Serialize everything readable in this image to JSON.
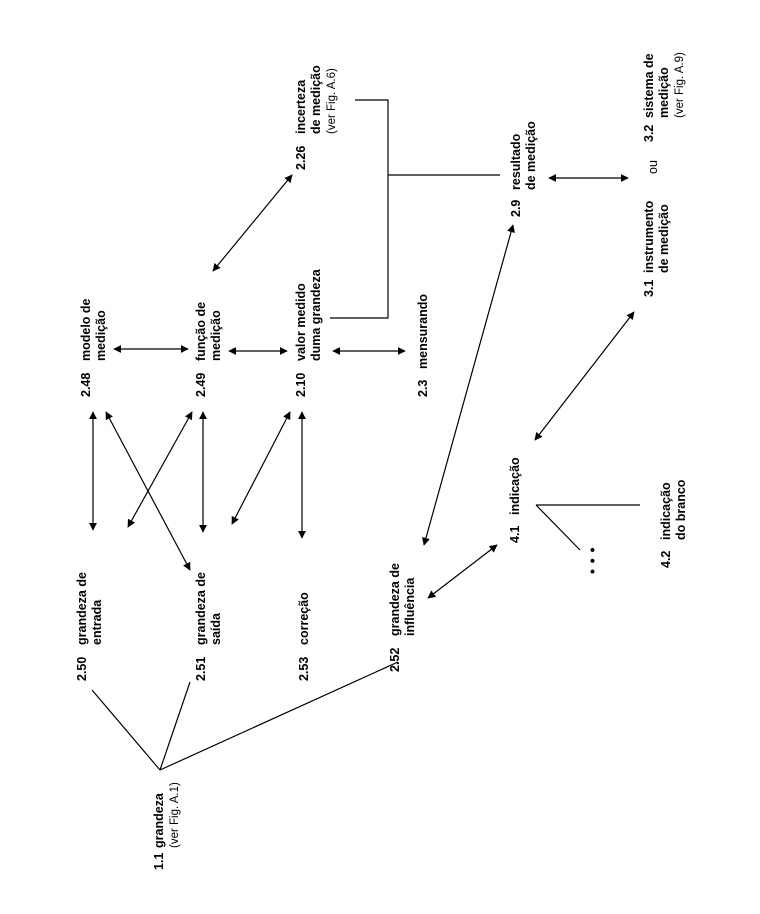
{
  "concepts": {
    "c1_1": {
      "num": "1.1",
      "lines": [
        "grandeza"
      ],
      "note": "(ver Fig. A.1)"
    },
    "c2_50": {
      "num": "2.50",
      "lines": [
        "grandeza de",
        "entrada"
      ]
    },
    "c2_51": {
      "num": "2.51",
      "lines": [
        "grandeza de",
        "saída"
      ]
    },
    "c2_53": {
      "num": "2.53",
      "lines": [
        "correção"
      ]
    },
    "c2_52": {
      "num": "2.52",
      "lines": [
        "grandeza de",
        "influência"
      ]
    },
    "c2_48": {
      "num": "2.48",
      "lines": [
        "modelo de",
        "medição"
      ]
    },
    "c2_49": {
      "num": "2.49",
      "lines": [
        "função de",
        "medição"
      ]
    },
    "c2_10": {
      "num": "2.10",
      "lines": [
        "valor medido",
        "duma grandeza"
      ]
    },
    "c2_3": {
      "num": "2.3",
      "lines": [
        "mensurando"
      ]
    },
    "c2_26": {
      "num": "2.26",
      "lines": [
        "incerteza",
        "de medição"
      ],
      "note": "(ver Fig. A.6)"
    },
    "c2_9": {
      "num": "2.9",
      "lines": [
        "resultado",
        "de medição"
      ]
    },
    "c3_1": {
      "num": "3.1",
      "lines": [
        "instrumento",
        "de medição"
      ]
    },
    "c3_2": {
      "num": "3.2",
      "lines": [
        "sistema de",
        "medição"
      ],
      "note": "(ver Fig. A.9)"
    },
    "c4_1": {
      "num": "4.1",
      "lines": [
        "indicação"
      ]
    },
    "c4_2": {
      "num": "4.2",
      "lines": [
        "indicação",
        "do branco"
      ]
    }
  },
  "ou_label": "ou",
  "ellipsis": "• • •"
}
